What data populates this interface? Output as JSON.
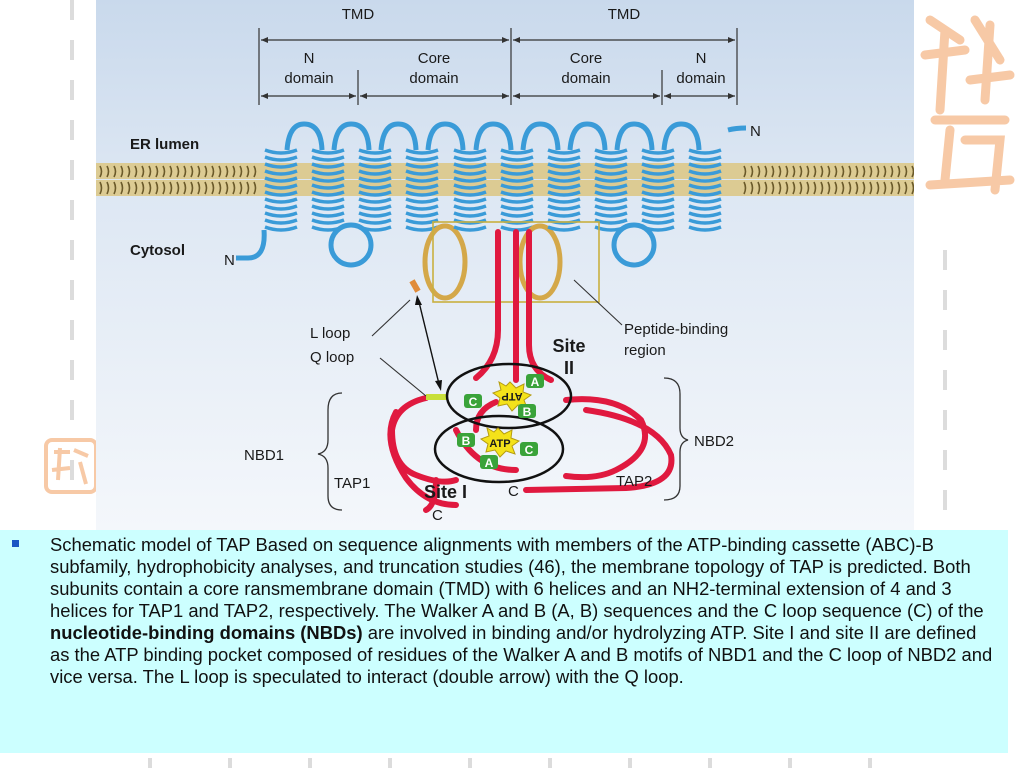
{
  "figure": {
    "labels": {
      "tmd_left": "TMD",
      "tmd_right": "TMD",
      "n_domain_left_1": "N",
      "n_domain_left_2": "domain",
      "core_left_1": "Core",
      "core_left_2": "domain",
      "core_right_1": "Core",
      "core_right_2": "domain",
      "n_domain_right_1": "N",
      "n_domain_right_2": "domain",
      "er_lumen": "ER lumen",
      "cytosol": "Cytosol",
      "n_terminal_left": "N",
      "n_terminal_right": "N",
      "l_loop": "L loop",
      "q_loop": "Q loop",
      "peptide_1": "Peptide-binding",
      "peptide_2": "region",
      "site2_1": "Site",
      "site2_2": "II",
      "site1": "Site I",
      "nbd1": "NBD1",
      "nbd2": "NBD2",
      "tap1": "TAP1",
      "tap2": "TAP2",
      "c_terminal_right": "C",
      "c_terminal_left": "C",
      "atp_top": "ATP",
      "atp_bottom": "ATP",
      "motif_a_top": "A",
      "motif_b_top": "B",
      "motif_c_top": "C",
      "motif_a_bottom": "A",
      "motif_b_bottom": "B",
      "motif_c_bottom": "C"
    },
    "colors": {
      "background_top": "#ccdcee",
      "background_bottom": "#f2f6fb",
      "membrane": "#d9c78f",
      "helix": "#3a9bd8",
      "tap_red": "#e0193f",
      "tan_helix": "#d4a849",
      "motif_green": "#3aa33a",
      "atp_yellow": "#f4e21a"
    }
  },
  "caption": {
    "part1": "Schematic model of TAP Based on sequence alignments with members of the ATP-binding cassette (ABC)-B subfamily, hydrophobicity analyses, and truncation studies (46), the membrane topology of TAP is predicted. Both subunits contain a core  ransmembrane domain (TMD) with 6 helices and an NH2-terminal extension of 4 and 3 helices for TAP1 and TAP2, respectively. The Walker A and B (A, B) sequences and the C loop sequence (C) of the ",
    "bold": "nucleotide-binding domains (NBDs)",
    "part2": " are involved in binding and/or hydrolyzing ATP. Site I and site II are defined as the ATP binding pocket composed of residues of the Walker A and B motifs of NBD1 and the C loop of NBD2 and vice versa. The L loop is speculated to interact (double arrow) with the Q loop."
  }
}
